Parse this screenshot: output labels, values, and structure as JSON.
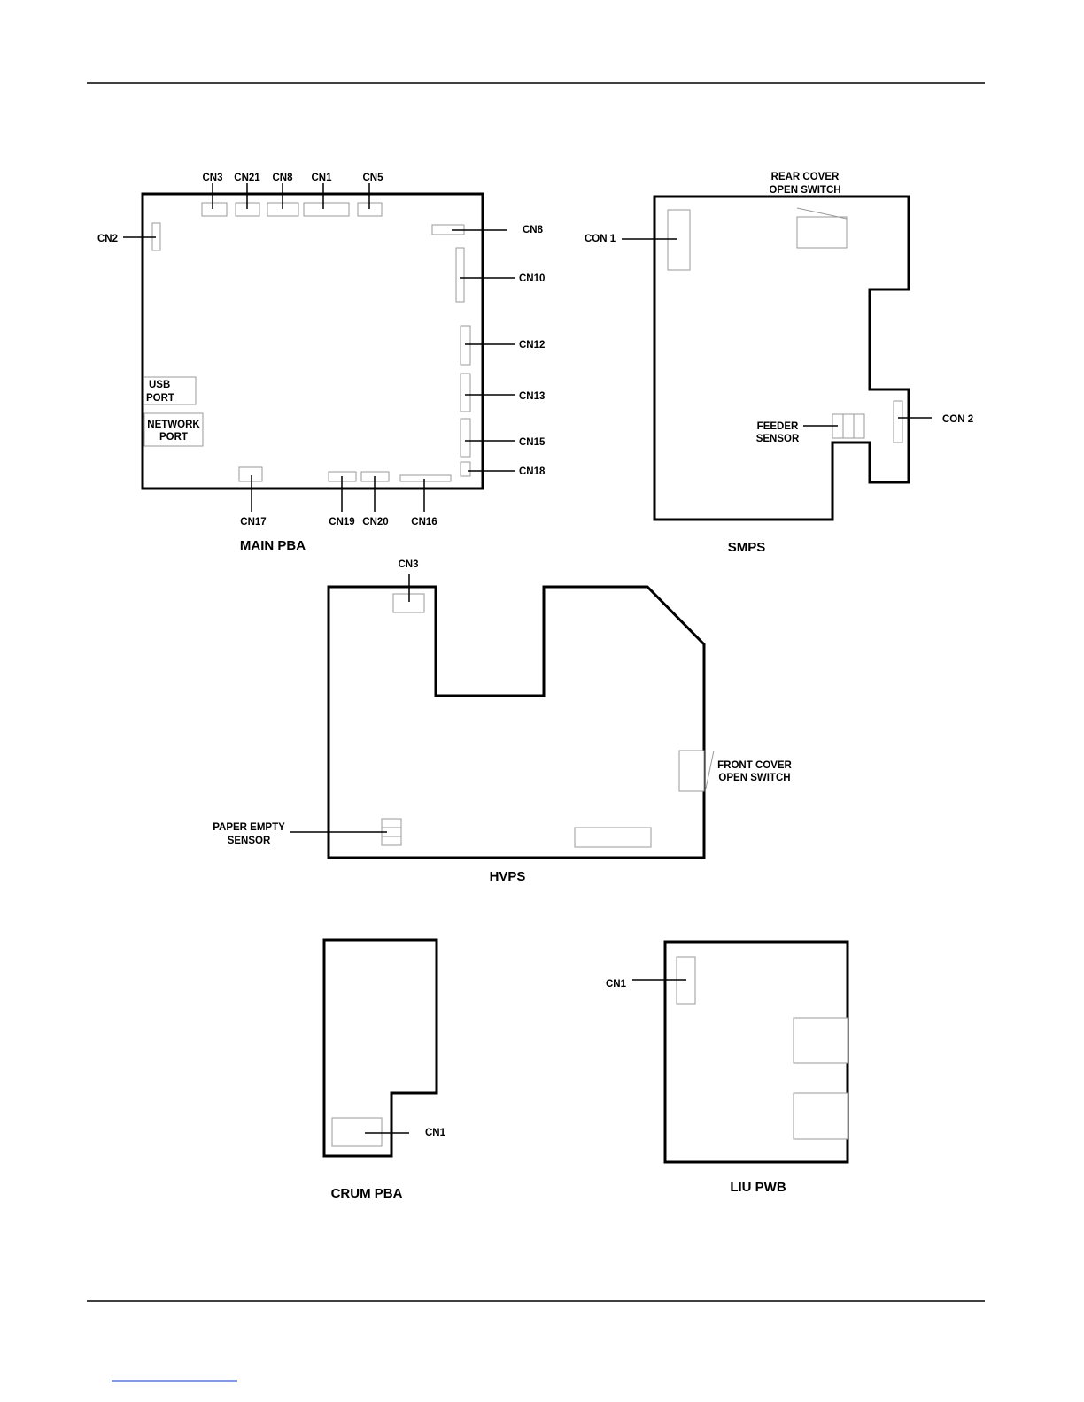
{
  "main_pba": {
    "title": "MAIN PBA",
    "cn3": "CN3",
    "cn21": "CN21",
    "cn8_top": "CN8",
    "cn1": "CN1",
    "cn5": "CN5",
    "cn2": "CN2",
    "cn8_right": "CN8",
    "cn10": "CN10",
    "cn12": "CN12",
    "cn13": "CN13",
    "cn15": "CN15",
    "cn18": "CN18",
    "cn17": "CN17",
    "cn19": "CN19",
    "cn20": "CN20",
    "cn16": "CN16",
    "usb_line1": "USB",
    "usb_line2": "PORT",
    "net_line1": "NETWORK",
    "net_line2": "PORT"
  },
  "smps": {
    "title": "SMPS",
    "rear_line1": "REAR COVER",
    "rear_line2": "OPEN SWITCH",
    "con1": "CON 1",
    "con2": "CON 2",
    "feeder_line1": "FEEDER",
    "feeder_line2": "SENSOR"
  },
  "hvps": {
    "title": "HVPS",
    "cn3": "CN3",
    "front_line1": "FRONT COVER",
    "front_line2": "OPEN SWITCH",
    "paper_line1": "PAPER EMPTY",
    "paper_line2": "SENSOR"
  },
  "crum_pba": {
    "title": "CRUM PBA",
    "cn1": "CN1"
  },
  "liu_pwb": {
    "title": "LIU PWB",
    "cn1": "CN1"
  }
}
